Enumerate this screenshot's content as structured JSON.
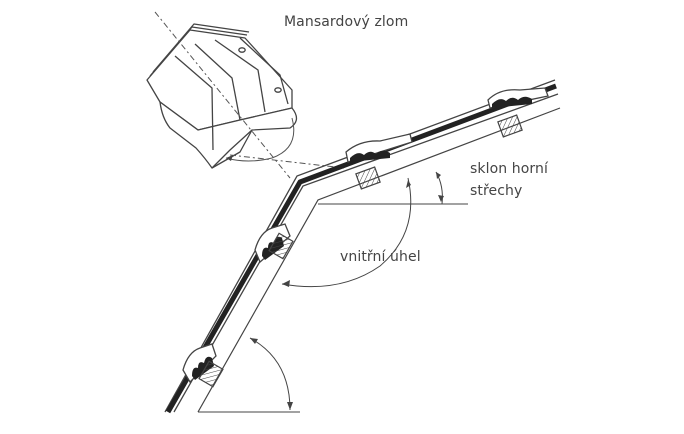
{
  "figure": {
    "title": "Mansardový zlom",
    "labels": {
      "upper_pitch_line1": "sklon horní",
      "upper_pitch_line2": "střechy",
      "inner_angle": "vnitřní úhel"
    }
  },
  "colors": {
    "line": "#444444",
    "text": "#444444",
    "fill_dark": "#222222",
    "background": "#ffffff"
  },
  "icons": {
    "detail": "tile-detail-3d-icon",
    "batten": "batten-cross-section-icon",
    "tile_profile": "tile-profile-icon"
  }
}
